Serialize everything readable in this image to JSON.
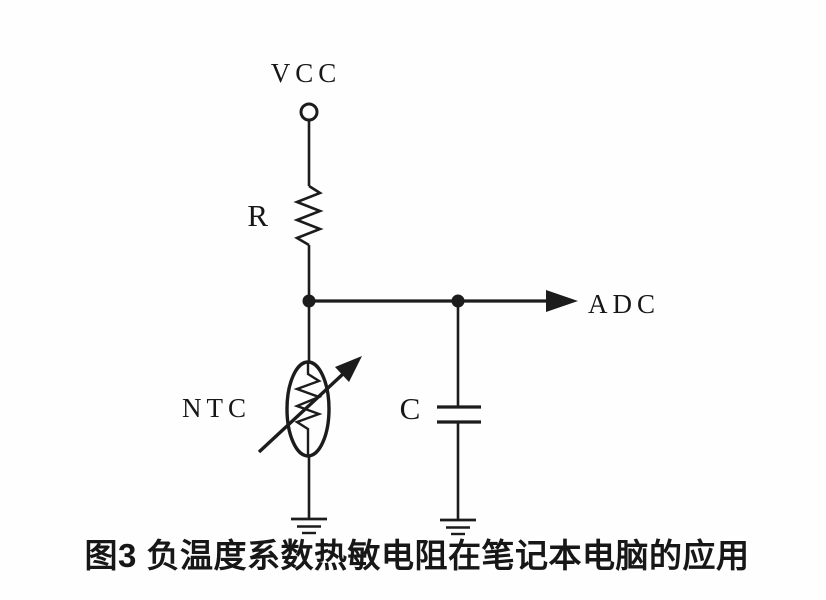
{
  "colors": {
    "background": "#fefefe",
    "line": "#1c1c1c",
    "text": "#171717"
  },
  "diagram": {
    "labels": {
      "vcc": "VCC",
      "r": "R",
      "ntc": "NTC",
      "c": "C",
      "adc": "ADC"
    },
    "caption": "图3 负温度系数热敏电阻在笔记本电脑的应用"
  }
}
